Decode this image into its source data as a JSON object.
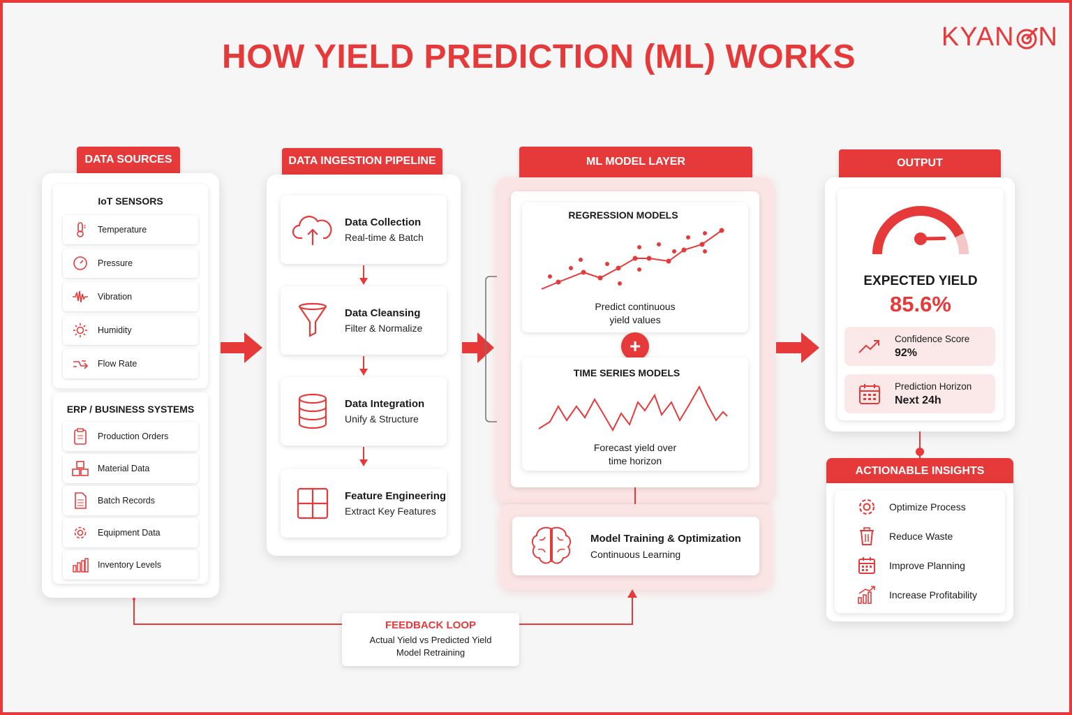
{
  "title": "HOW YIELD PREDICTION (ML) WORKS",
  "logo": {
    "text": "KYAN",
    "text_end": "N"
  },
  "colors": {
    "accent": "#e63a3a",
    "soft": "#fbe9e9"
  },
  "sources": {
    "tab": "DATA SOURCES",
    "iot": {
      "heading": "IoT SENSORS",
      "items": [
        {
          "label": "Temperature",
          "icon": "thermometer-icon"
        },
        {
          "label": "Pressure",
          "icon": "gauge-icon"
        },
        {
          "label": "Vibration",
          "icon": "waveform-icon"
        },
        {
          "label": "Humidity",
          "icon": "sun-icon"
        },
        {
          "label": "Flow Rate",
          "icon": "flow-icon"
        }
      ]
    },
    "erp": {
      "heading": "ERP / BUSINESS SYSTEMS",
      "items": [
        {
          "label": "Production Orders",
          "icon": "clipboard-icon"
        },
        {
          "label": "Material Data",
          "icon": "cubes-icon"
        },
        {
          "label": "Batch Records",
          "icon": "document-icon"
        },
        {
          "label": "Equipment Data",
          "icon": "gear-icon"
        },
        {
          "label": "Inventory Levels",
          "icon": "bar-chart-icon"
        }
      ]
    }
  },
  "pipeline": {
    "tab": "DATA INGESTION PIPELINE",
    "steps": [
      {
        "title": "Data Collection",
        "sub": "Real-time & Batch",
        "icon": "cloud-upload-icon"
      },
      {
        "title": "Data Cleansing",
        "sub": "Filter & Normalize",
        "icon": "funnel-icon"
      },
      {
        "title": "Data Integration",
        "sub": "Unify & Structure",
        "icon": "database-icon"
      },
      {
        "title": "Feature Engineering",
        "sub": "Extract Key Features",
        "icon": "grid-icon"
      }
    ]
  },
  "model": {
    "tab": "ML MODEL LAYER",
    "regression": {
      "heading": "REGRESSION MODELS",
      "line1": "Predict continuous",
      "line2": "yield values"
    },
    "plus": "+",
    "timeseries": {
      "heading": "TIME SERIES MODELS",
      "line1": "Forecast yield over",
      "line2": "time horizon"
    },
    "training": {
      "title": "Model Training & Optimization",
      "sub": "Continuous Learning",
      "icon": "brain-icon"
    }
  },
  "output": {
    "tab": "OUTPUT",
    "gauge_value_pct": 85.6,
    "label": "EXPECTED YIELD",
    "value": "85.6%",
    "confidence": {
      "label": "Confidence Score",
      "value": "92%",
      "icon": "trend-up-icon"
    },
    "horizon": {
      "label": "Prediction Horizon",
      "value": "Next 24h",
      "icon": "calendar-icon"
    }
  },
  "insights": {
    "tab": "ACTIONABLE INSIGHTS",
    "items": [
      {
        "label": "Optimize Process",
        "icon": "gear-icon"
      },
      {
        "label": "Reduce Waste",
        "icon": "trash-icon"
      },
      {
        "label": "Improve Planning",
        "icon": "calendar-icon"
      },
      {
        "label": "Increase Profitability",
        "icon": "growth-chart-icon"
      }
    ]
  },
  "feedback": {
    "title": "FEEDBACK LOOP",
    "line1": "Actual Yield vs Predicted Yield",
    "line2": "Model Retraining"
  }
}
